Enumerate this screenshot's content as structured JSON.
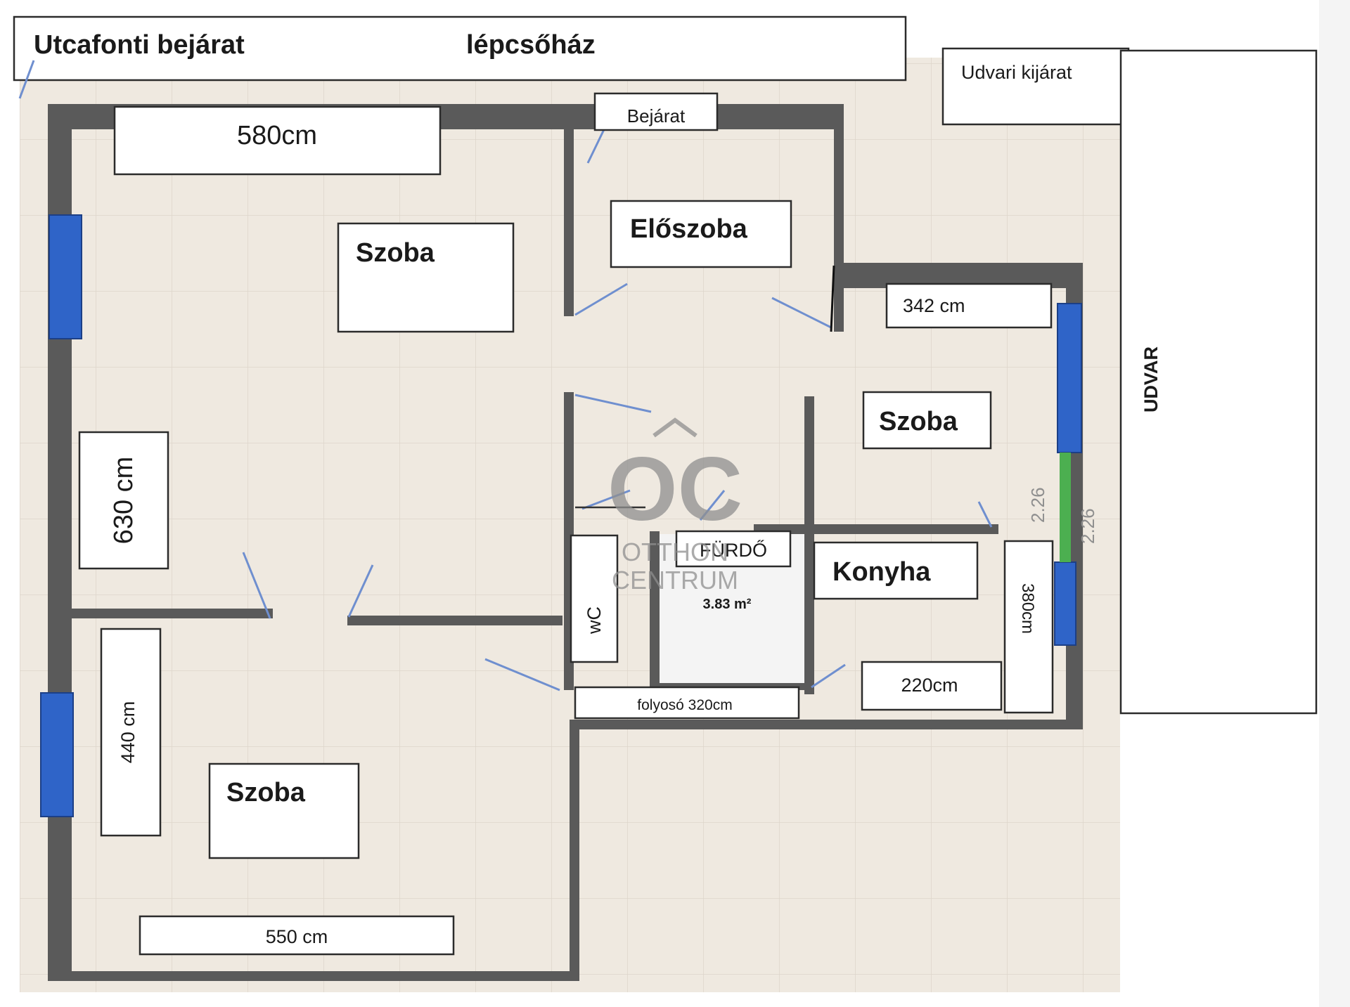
{
  "header": {
    "street_entrance": "Utcafonti bejárat",
    "staircase": "lépcsőház"
  },
  "yard": {
    "yard_exit": "Udvari kijárat",
    "yard_label": "UDVAR"
  },
  "rooms": {
    "szoba_1": "Szoba",
    "eloszoba": "Előszoba",
    "szoba_2": "Szoba",
    "szoba_3": "Szoba",
    "konyha": "Konyha",
    "furdo": "FÜRDŐ",
    "furdo_area": "3.83 m²",
    "wc": "wC"
  },
  "entrance_label": "Bejárat",
  "dimensions": {
    "d580": "580cm",
    "d342": "342 cm",
    "d630": "630 cm",
    "d440": "440 cm",
    "d550": "550 cm",
    "d220": "220cm",
    "d380": "380cm",
    "folyoso": "folyosó 320cm",
    "window_a": "2.26",
    "window_b": "2.26"
  },
  "watermark": {
    "logo": "OC",
    "line1": "OTTHON",
    "line2": "CENTRUM"
  },
  "colors": {
    "wall": "#5a5a5a",
    "floor": "#efe9e0",
    "window": "#2f64c8",
    "door_line": "#6f8fcf",
    "balcony_door": "#4caf50"
  }
}
